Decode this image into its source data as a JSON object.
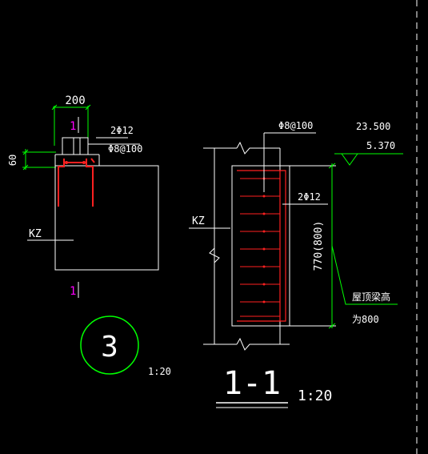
{
  "drawing": {
    "detail3": {
      "width_dim": "200",
      "height_dim": "60",
      "rebar": "2Φ12",
      "stirrup": "Φ8@100",
      "column_label": "KZ",
      "section_mark_top": "1",
      "section_mark_bottom": "1",
      "detail_number": "3",
      "scale": "1:20"
    },
    "section11": {
      "stirrup": "Φ8@100",
      "elev_top": "23.500",
      "elev_bottom": "5.370",
      "rebar": "2Φ12",
      "column_label": "KZ",
      "height_dim": "770(800)",
      "note_line1": "屋顶梁高",
      "note_line2": "为800",
      "title": "1-1",
      "scale": "1:20"
    }
  },
  "colors": {
    "background": "#000000",
    "outline": "#ffffff",
    "dimension": "#00ff00",
    "rebar": "#ff2020",
    "section_mark": "#ff00ff"
  }
}
